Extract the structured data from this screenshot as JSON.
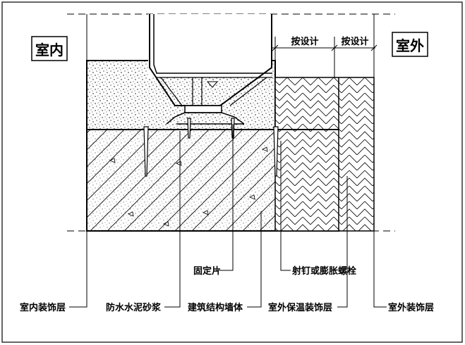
{
  "labels": {
    "indoor": "室内",
    "outdoor": "室外",
    "per_design_1": "按设计",
    "per_design_2": "按设计",
    "fixing_plate": "固定片",
    "nail_or_bolt": "射钉或膨胀螺栓",
    "indoor_finish": "室内装饰层",
    "waterproof_mortar": "防水水泥砂浆",
    "structural_wall": "建筑结构墙体",
    "outdoor_insulation": "室外保温装饰层",
    "outdoor_finish": "室外装饰层"
  },
  "colors": {
    "line": "#000000",
    "background": "#ffffff"
  }
}
